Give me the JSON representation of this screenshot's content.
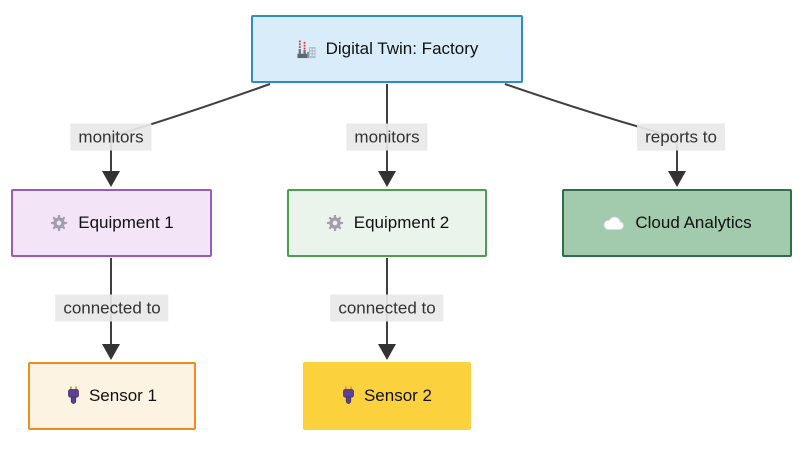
{
  "diagram": {
    "type": "flowchart",
    "direction": "top-down",
    "background": "#ffffff",
    "edge_color": "#3f3f3f",
    "edge_label_background": "#e8e8e8",
    "nodes": [
      {
        "id": "factory",
        "label": "Digital Twin: Factory",
        "icon": "factory-icon",
        "fill": "#d8edf9",
        "border": "#2d8ec6"
      },
      {
        "id": "equipment1",
        "label": "Equipment 1",
        "icon": "gear-icon",
        "fill": "#f3e4f7",
        "border": "#9d5bb5"
      },
      {
        "id": "equipment2",
        "label": "Equipment 2",
        "icon": "gear-icon",
        "fill": "#eaf4ea",
        "border": "#4d9e53"
      },
      {
        "id": "cloud",
        "label": "Cloud Analytics",
        "icon": "cloud-icon",
        "fill": "#a2cbad",
        "border": "#2d6e4f"
      },
      {
        "id": "sensor1",
        "label": "Sensor 1",
        "icon": "plug-icon",
        "fill": "#fdf3e2",
        "border": "#f08c1e"
      },
      {
        "id": "sensor2",
        "label": "Sensor 2",
        "icon": "plug-icon",
        "fill": "#fcd13e",
        "border": "#fcd13e"
      }
    ],
    "edges": [
      {
        "from": "factory",
        "to": "equipment1",
        "label": "monitors"
      },
      {
        "from": "factory",
        "to": "equipment2",
        "label": "monitors"
      },
      {
        "from": "factory",
        "to": "cloud",
        "label": "reports to"
      },
      {
        "from": "equipment1",
        "to": "sensor1",
        "label": "connected to"
      },
      {
        "from": "equipment2",
        "to": "sensor2",
        "label": "connected to"
      }
    ]
  }
}
